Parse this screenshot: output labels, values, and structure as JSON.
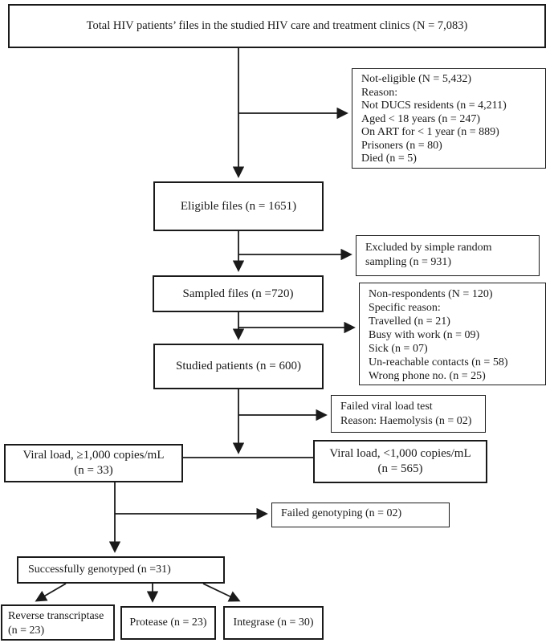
{
  "colors": {
    "line": "#1a1a1a",
    "background": "#ffffff",
    "text": "#1a1a1a"
  },
  "flowchart": {
    "total": {
      "label": "Total HIV patients’ files in the studied HIV care and treatment clinics (N = 7,083)"
    },
    "not_eligible": {
      "lines": [
        "Not-eligible (N = 5,432)",
        "Reason:",
        "Not DUCS residents (n = 4,211)",
        "Aged < 18 years (n = 247)",
        "On ART for < 1 year (n = 889)",
        "Prisoners (n = 80)",
        "Died (n = 5)"
      ]
    },
    "eligible": {
      "label": "Eligible files (n = 1651)"
    },
    "excluded": {
      "lines": [
        "Excluded by simple random",
        "sampling (n = 931)"
      ]
    },
    "sampled": {
      "label": "Sampled files (n =720)"
    },
    "non_respondents": {
      "lines": [
        "Non-respondents (N = 120)",
        "Specific reason:",
        "Travelled (n = 21)",
        "Busy with work (n = 09)",
        "Sick (n = 07)",
        "Un-reachable contacts (n = 58)",
        "Wrong phone no. (n = 25)"
      ]
    },
    "studied": {
      "label": "Studied patients (n = 600)"
    },
    "failed_viral_load": {
      "lines": [
        "Failed viral load test",
        "Reason: Haemolysis (n = 02)"
      ]
    },
    "viral_load_high": {
      "lines": [
        "Viral load, ≥1,000 copies/mL",
        "(n = 33)"
      ]
    },
    "viral_load_low": {
      "lines": [
        "Viral load, <1,000 copies/mL",
        "(n = 565)"
      ]
    },
    "failed_genotyping": {
      "label": "Failed genotyping (n = 02)"
    },
    "genotyped": {
      "label": "Successfully genotyped (n =31)"
    },
    "reverse_transcriptase": {
      "lines": [
        "Reverse transcriptase",
        "(n = 23)"
      ]
    },
    "protease": {
      "label": "Protease (n = 23)"
    },
    "integrase": {
      "label": "Integrase (n = 30)"
    }
  }
}
